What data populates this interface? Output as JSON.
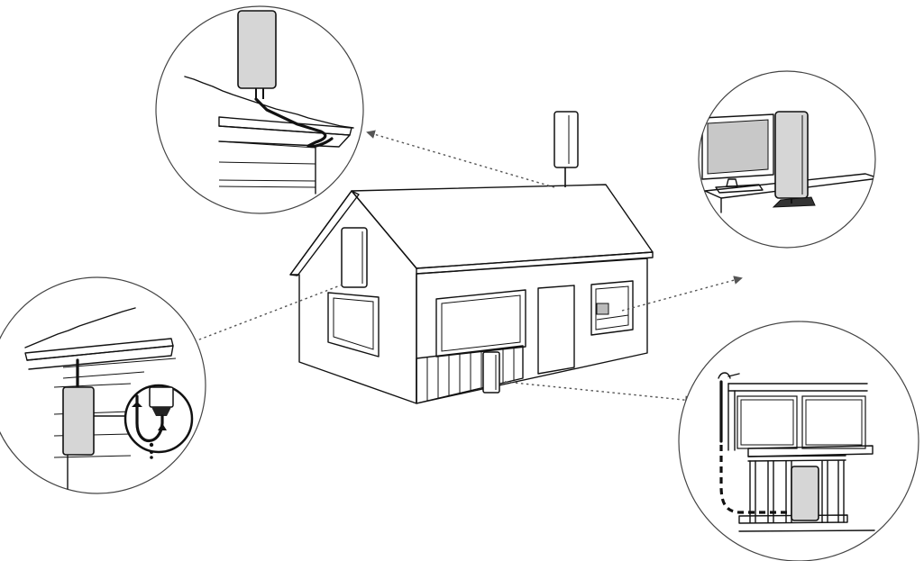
{
  "colors": {
    "background": "#ffffff",
    "line": "#111111",
    "antenna_fill": "#d6d6d6",
    "panel_fill": "#ffffff",
    "screen_fill": "#c8c8c8",
    "callout_border": "#444444",
    "arrow": "#555555"
  },
  "diagram": {
    "subject": "house",
    "antenna_locations": [
      "roof",
      "eave",
      "wall",
      "indoor-tv",
      "balcony"
    ]
  }
}
